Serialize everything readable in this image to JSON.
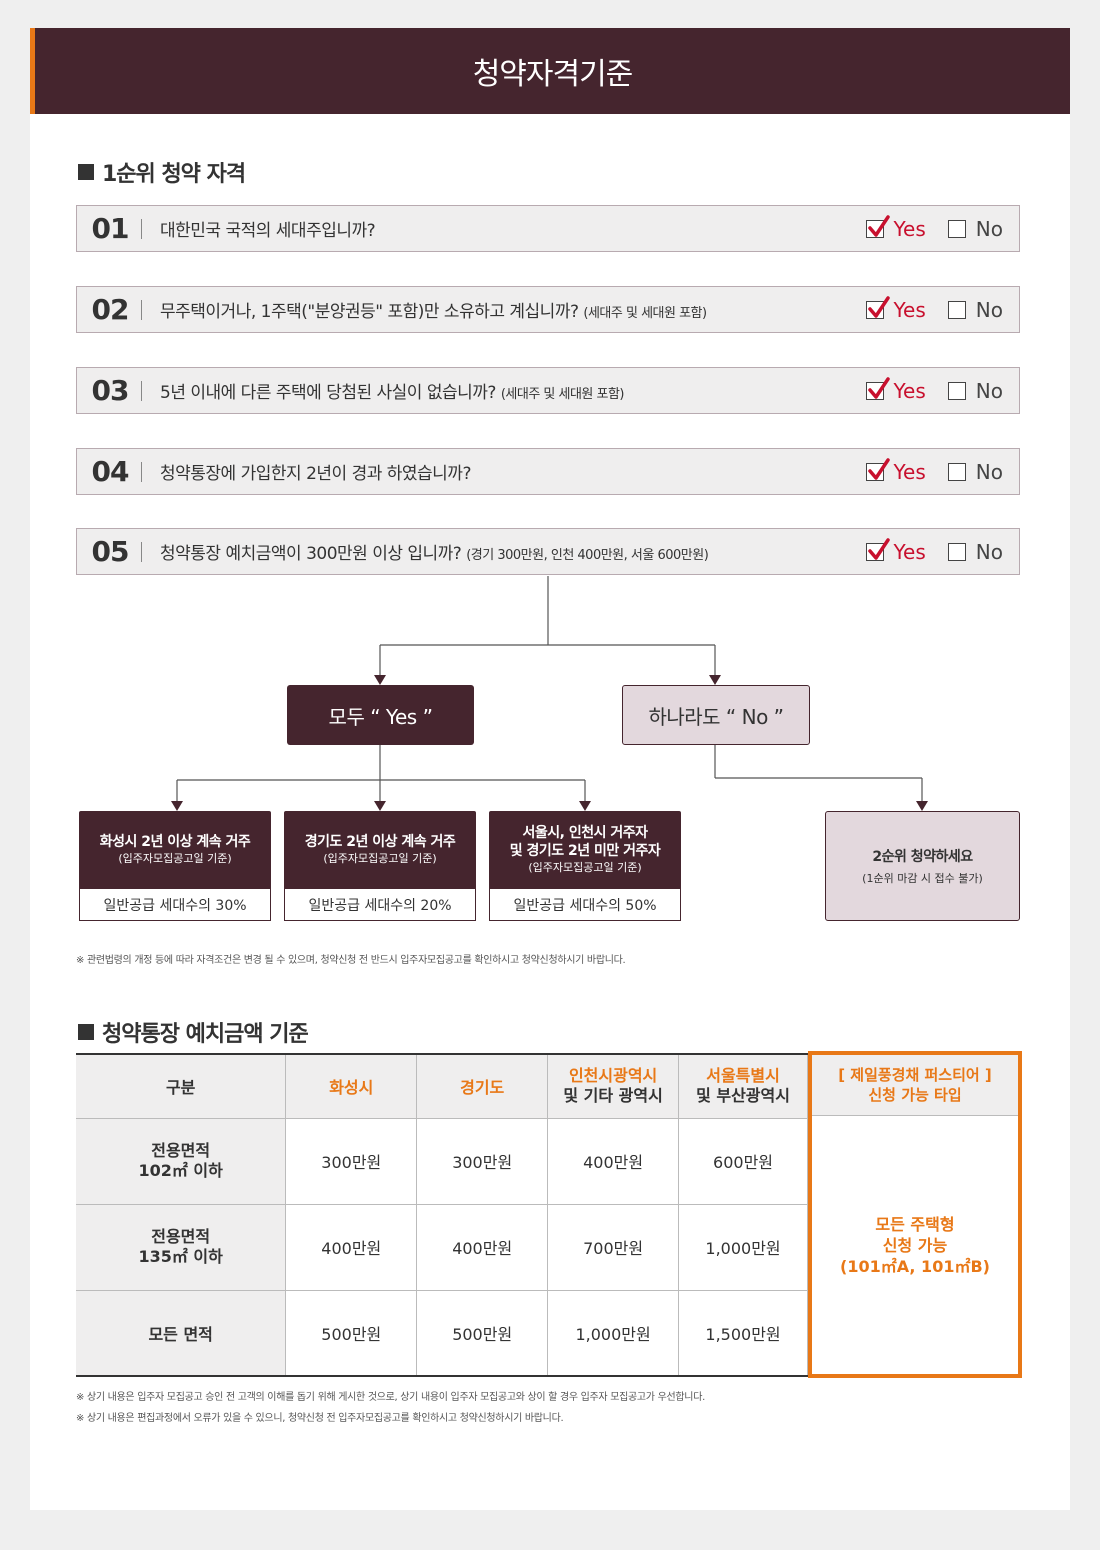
{
  "header": {
    "title": "청약자격기준"
  },
  "section1": {
    "title": "1순위 청약 자격"
  },
  "questions": [
    {
      "num": "01",
      "text": "대한민국 국적의 세대주입니까?",
      "note": "",
      "yes": "Yes",
      "no": "No"
    },
    {
      "num": "02",
      "text": "무주택이거나, 1주택(\"분양권등\" 포함)만 소유하고 계십니까?",
      "note": "(세대주 및 세대원 포함)",
      "yes": "Yes",
      "no": "No"
    },
    {
      "num": "03",
      "text": "5년 이내에 다른 주택에 당첨된 사실이 없습니까?",
      "note": "(세대주 및 세대원 포함)",
      "yes": "Yes",
      "no": "No"
    },
    {
      "num": "04",
      "text": "청약통장에 가입한지 2년이 경과 하였습니까?",
      "note": "",
      "yes": "Yes",
      "no": "No"
    },
    {
      "num": "05",
      "text": "청약통장 예치금액이 300만원 이상 입니까?",
      "note": "(경기 300만원, 인천 400만원, 서울 600만원)",
      "yes": "Yes",
      "no": "No"
    }
  ],
  "flow": {
    "all_yes": "모두 “ Yes ”",
    "any_no": "하나라도 “ No ”",
    "buckets": [
      {
        "main_line1": "화성시 2년 이상 계속 거주",
        "main_line2": "",
        "sub": "(입주자모집공고일 기준)",
        "share": "일반공급 세대수의 30%"
      },
      {
        "main_line1": "경기도 2년 이상 계속 거주",
        "main_line2": "",
        "sub": "(입주자모집공고일 기준)",
        "share": "일반공급 세대수의 20%"
      },
      {
        "main_line1": "서울시, 인천시 거주자",
        "main_line2": "및 경기도 2년 미만 거주자",
        "sub": "(입주자모집공고일 기준)",
        "share": "일반공급 세대수의 50%"
      }
    ],
    "second": {
      "main": "2순위 청약하세요",
      "sub": "(1순위 마감 시 접수 불가)"
    }
  },
  "footnote1": "※ 관련법령의 개정 등에 따라 자격조건은 변경 될 수 있으며, 청약신청 전 반드시 입주자모집공고를 확인하시고 청약신청하시기 바랍니다.",
  "section2": {
    "title": "청약통장 예치금액 기준"
  },
  "deposit_table": {
    "headers": [
      "구분",
      "화성시",
      "경기도",
      "인천시광역시",
      "및 기타 광역시",
      "서울특별시",
      "및 부산광역시"
    ],
    "rows": [
      {
        "label1": "전용면적",
        "label2": "102㎡ 이하",
        "values": [
          "300만원",
          "300만원",
          "400만원",
          "600만원"
        ]
      },
      {
        "label1": "전용면적",
        "label2": "135㎡ 이하",
        "values": [
          "400만원",
          "400만원",
          "700만원",
          "1,000만원"
        ]
      },
      {
        "label1": "모든 면적",
        "label2": "",
        "values": [
          "500만원",
          "500만원",
          "1,000만원",
          "1,500만원"
        ]
      }
    ],
    "highlight_head_line1": "[ 제일풍경채 퍼스티어 ]",
    "highlight_head_line2": "신청 가능 타입",
    "highlight_body_line1": "모든 주택형",
    "highlight_body_line2": "신청 가능",
    "highlight_body_line3": "(101㎡A, 101㎡B)"
  },
  "footnote2": "※ 상기 내용은 입주자 모집공고 승인 전 고객의 이해를 돕기 위해 게시한 것으로, 상기 내용이 입주자 모집공고와 상이 할 경우 입주자 모집공고가 우선합니다.",
  "footnote3": "※ 상기 내용은 편집과정에서 오류가 있을 수 있으니, 청약신청 전 입주자모집공고를 확인하시고 청약신청하시기 바랍니다.",
  "colors": {
    "brand": "#45252e",
    "accent": "#e87817",
    "check": "#c8102e",
    "light": "#e3d8dd"
  }
}
